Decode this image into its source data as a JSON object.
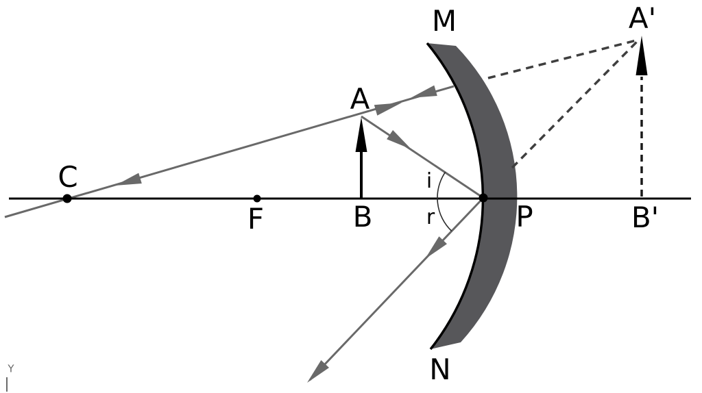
{
  "labels": {
    "object_top": "A",
    "object_base": "B",
    "image_top": "A'",
    "image_base": "B'",
    "center_of_curvature": "C",
    "focal_point": "F",
    "pole": "P",
    "mirror_top": "M",
    "mirror_bottom": "N",
    "angle_of_incidence": "i",
    "angle_of_reflection": "r",
    "corner_mark": "Y"
  },
  "colors": {
    "axis": "#000000",
    "ray": "#696969",
    "dashed_ray": "#3f3f3f",
    "mirror_fill": "#57575a",
    "mirror_edge": "#000000",
    "image_arrow": "#000000",
    "object_arrow": "#000000",
    "text": "#000000",
    "corner_mark": "#6a6a6a"
  }
}
